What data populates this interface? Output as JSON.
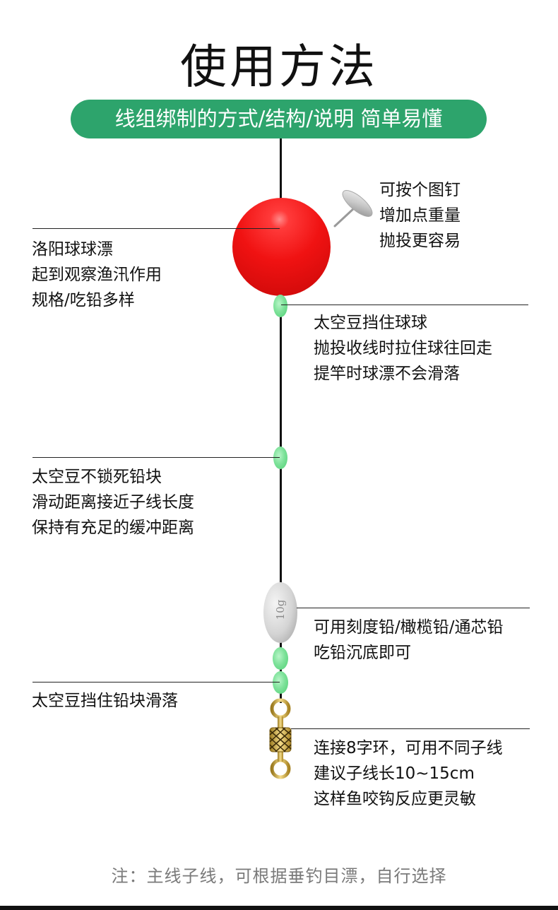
{
  "header": {
    "title": "使用方法",
    "subtitle": "线组绑制的方式/结构/说明 简单易懂",
    "subtitle_bg": "#2da46c"
  },
  "diagram": {
    "components": [
      {
        "name": "thumbtack",
        "icon": "thumbtack-icon"
      },
      {
        "name": "float-ball",
        "icon": "red-ball-float-icon",
        "color": "#e81010"
      },
      {
        "name": "space-bean-1",
        "icon": "green-bead-icon",
        "color": "#6fdc8e"
      },
      {
        "name": "space-bean-2",
        "icon": "green-bead-icon",
        "color": "#6fdc8e"
      },
      {
        "name": "sinker",
        "icon": "olive-sinker-icon",
        "engraving": "10g"
      },
      {
        "name": "space-bean-3",
        "icon": "green-bead-icon",
        "color": "#6fdc8e"
      },
      {
        "name": "space-bean-4",
        "icon": "green-bead-icon",
        "color": "#6fdc8e"
      },
      {
        "name": "swivel",
        "icon": "figure-8-swivel-icon",
        "color": "#d4b050"
      }
    ],
    "sinker_label": "10g"
  },
  "annotations": {
    "thumbtack": {
      "lines": [
        "可按个图钉",
        "增加点重量",
        "抛投更容易"
      ]
    },
    "ball": {
      "lines": [
        "洛阳球球漂",
        "起到观察渔汛作用",
        "规格/吃铅多样"
      ]
    },
    "bean_ball": {
      "lines": [
        "太空豆挡住球球",
        "抛投收线时拉住球往回走",
        "提竿时球漂不会滑落"
      ]
    },
    "bean_sinker": {
      "lines": [
        "太空豆不锁死铅块",
        "滑动距离接近子线长度",
        "保持有充足的缓冲距离"
      ]
    },
    "sinker": {
      "lines": [
        "可用刻度铅/橄榄铅/通芯铅",
        "吃铅沉底即可"
      ]
    },
    "bean_bottom": {
      "lines": [
        "太空豆挡住铅块滑落"
      ]
    },
    "swivel": {
      "lines": [
        "连接8字环，可用不同子线",
        "建议子线长10~15cm",
        "这样鱼咬钩反应更灵敏"
      ]
    }
  },
  "footer": {
    "note": "注：主线子线，可根据垂钓目漂，自行选择"
  }
}
